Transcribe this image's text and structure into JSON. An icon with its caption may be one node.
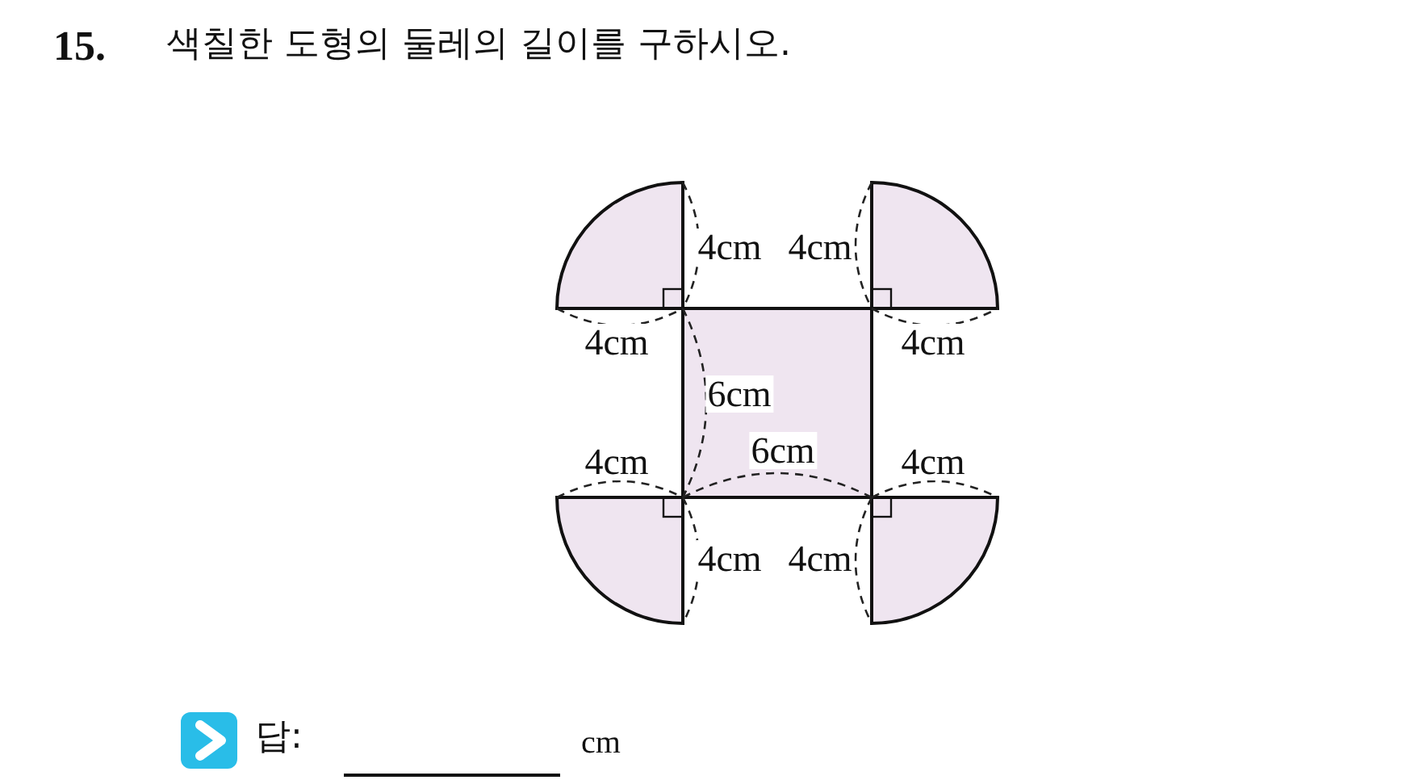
{
  "diagram": {
    "title": "색칠한 도형의 둘레의 길이를 구하시오.",
    "labels": [
      "15.",
      "4cm",
      "4cm",
      "4cm",
      "4cm",
      "6cm",
      "4cm",
      "6cm",
      "4cm",
      "4cm",
      "4cm",
      "답:",
      "cm"
    ]
  }
}
